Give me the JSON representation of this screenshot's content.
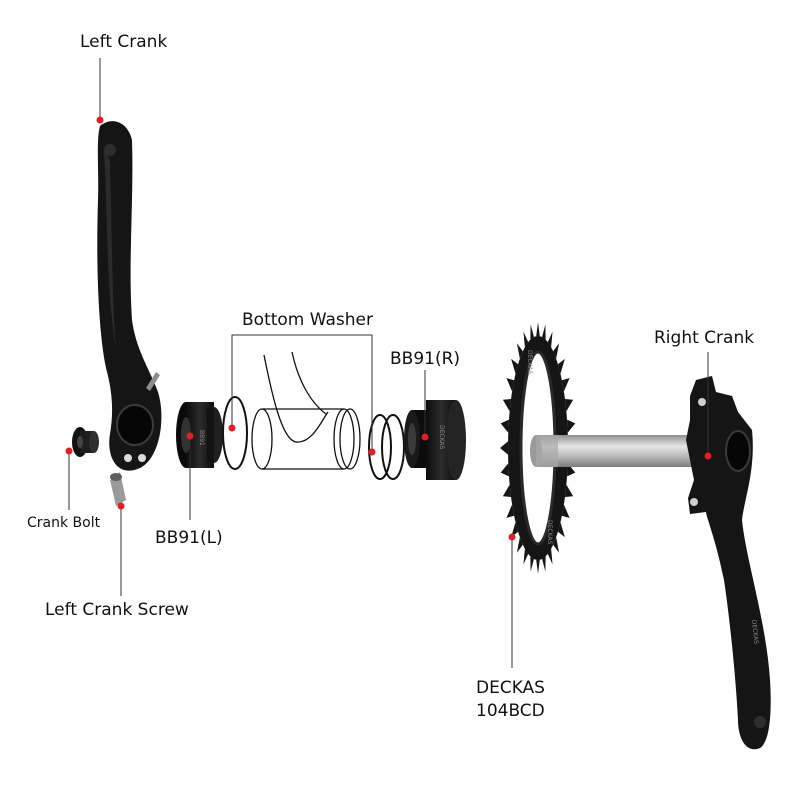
{
  "labels": {
    "left_crank": "Left Crank",
    "bottom_washer": "Bottom Washer",
    "bb91_r": "BB91(R)",
    "right_crank": "Right Crank",
    "crank_bolt": "Crank Bolt",
    "bb91_l": "BB91(L)",
    "left_crank_screw": "Left Crank Screw",
    "chainring_line1": "DECKAS",
    "chainring_line2": "104BCD"
  },
  "colors": {
    "marker": "#e01e25",
    "part": "#151515",
    "spindle": "#b9b9b9",
    "leader": "#333333"
  },
  "icons": {
    "marker": "red-dot-marker"
  }
}
